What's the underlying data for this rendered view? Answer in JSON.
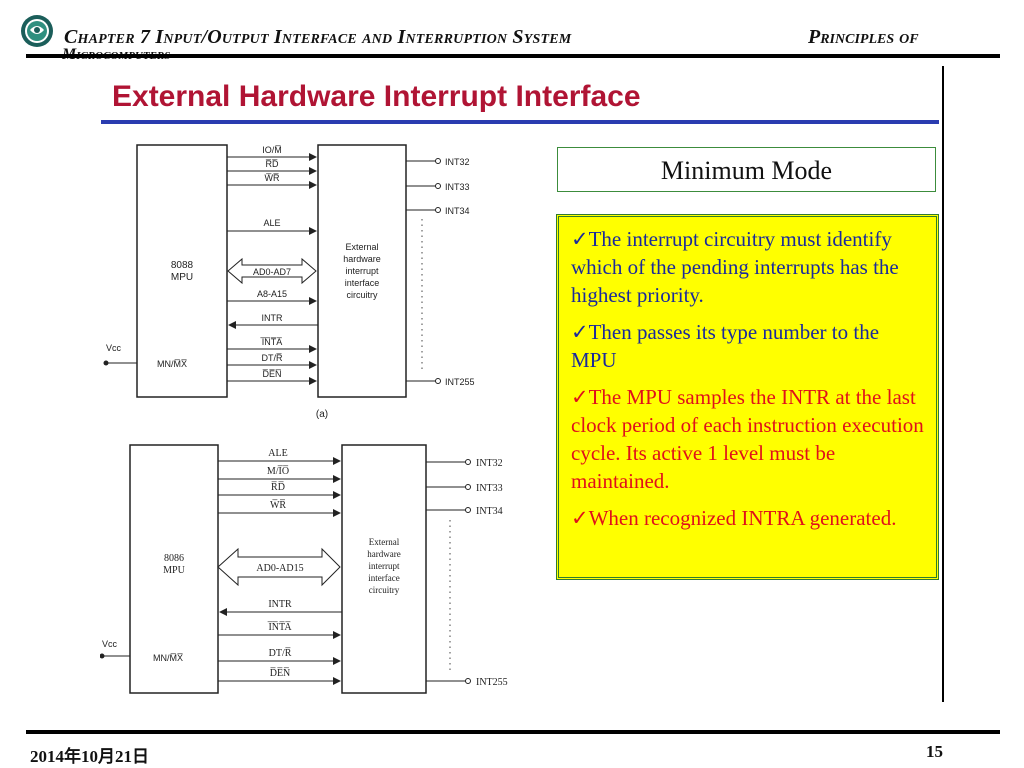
{
  "header": {
    "chapter": "Chapter 7 Input/Output Interface and Interruption System",
    "course": "Principles of",
    "course_cont": "Microcomputers"
  },
  "title": "External Hardware Interrupt Interface",
  "mode_label": "Minimum Mode",
  "bullets": [
    {
      "text": "✓The interrupt circuitry must identify which of the pending interrupts has the highest priority.",
      "color": "#1a2a9c"
    },
    {
      "text": "✓Then passes its type number to the MPU",
      "color": "#1a2a9c"
    },
    {
      "text": "✓The MPU samples the INTR at the last clock period of each instruction execution cycle. Its active 1 level must be maintained.",
      "color": "#e0101a"
    },
    {
      "text": "✓When recognized INTRA generated.",
      "color": "#e0101a"
    }
  ],
  "diagram_a": {
    "cpu": [
      "8088",
      "MPU"
    ],
    "circuit": [
      "External",
      "hardware",
      "interrupt",
      "interface",
      "circuitry"
    ],
    "signals": [
      "IO/M̅",
      "R̅D̅",
      "W̅R̅",
      "ALE",
      "AD0-AD7",
      "A8-A15",
      "INTR",
      "I̅N̅T̅A̅",
      "DT/R̅",
      "D̅E̅N̅"
    ],
    "ints": [
      "INT32",
      "INT33",
      "INT34",
      "INT255"
    ],
    "vcc": "Vcc",
    "mnmx": "MN/M̅X̅",
    "caption": "(a)"
  },
  "diagram_b": {
    "cpu": [
      "8086",
      "MPU"
    ],
    "circuit": [
      "External",
      "hardware",
      "interrupt",
      "interface",
      "circuitry"
    ],
    "signals": [
      "ALE",
      "M/I̅O̅",
      "R̅D̅",
      "W̅R̅",
      "AD0-AD15",
      "INTR",
      "I̅N̅T̅A̅",
      "DT/R̅",
      "D̅E̅N̅"
    ],
    "ints": [
      "INT32",
      "INT33",
      "INT34",
      "INT255"
    ],
    "vcc": "Vcc",
    "mnmx": "MN/M̅X̅"
  },
  "footer": {
    "date": "2014年10月21日",
    "page": "15"
  }
}
